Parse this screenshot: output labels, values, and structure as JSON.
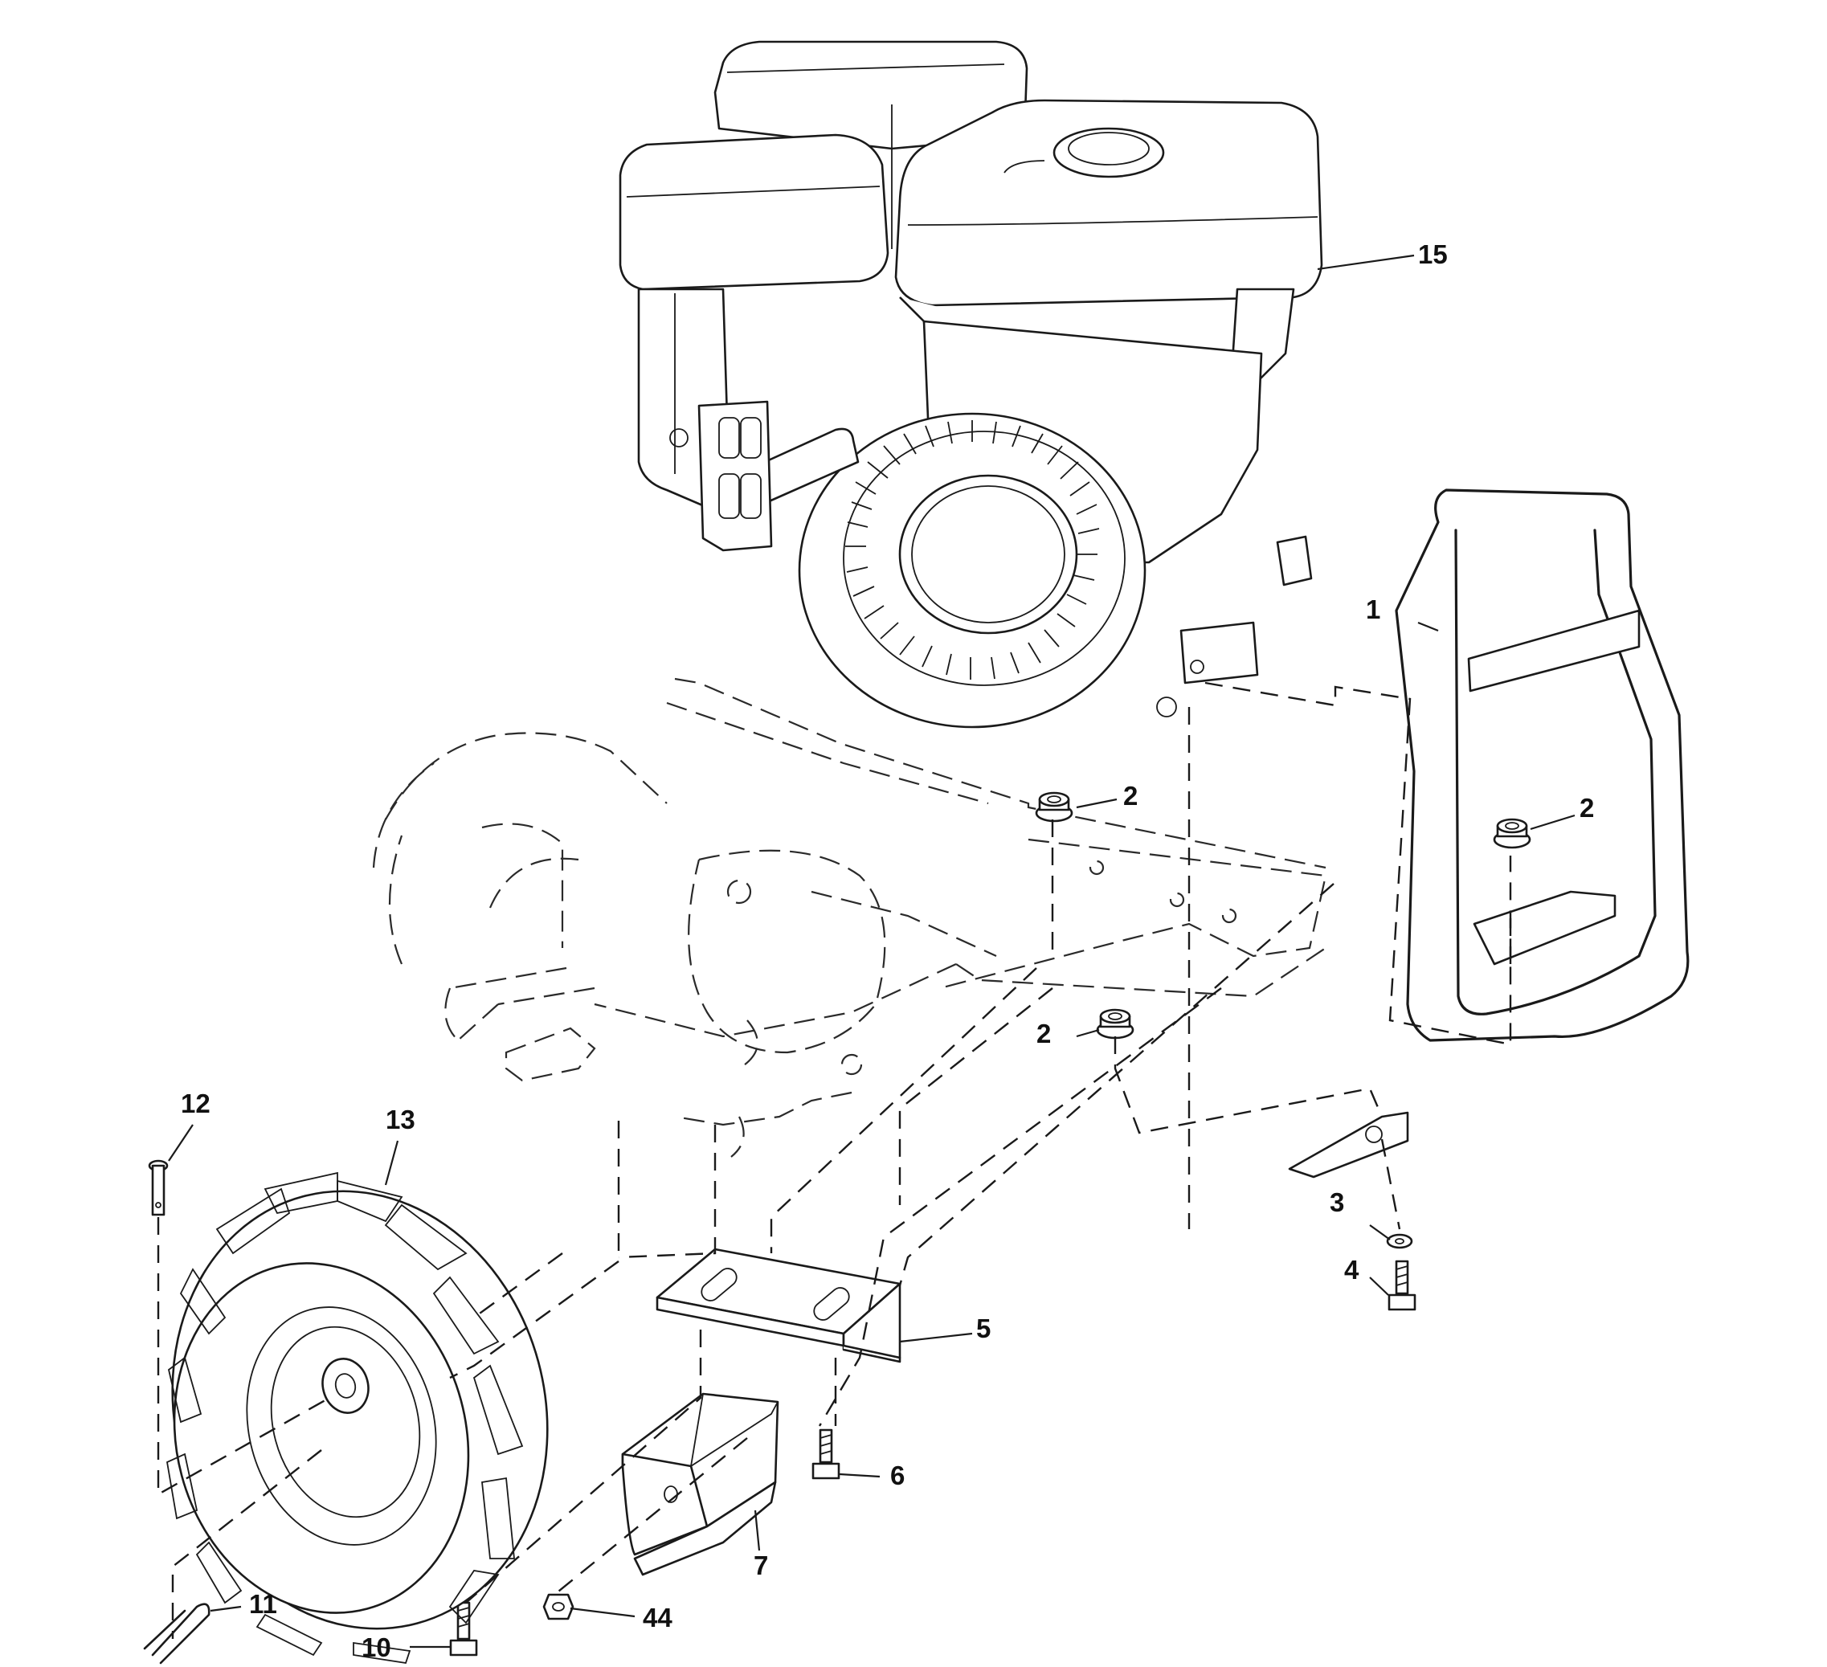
{
  "callouts": {
    "engine": "15",
    "guard_frame": "1",
    "nut_guard": "2",
    "nut_engine_left": "2",
    "nut_lower": "2",
    "washer": "3",
    "bolt_guard": "4",
    "bracket": "5",
    "bolt_bracket": "6",
    "weight_block": "7",
    "bolt_lower": "10",
    "hairpin_clip": "11",
    "clevis_pin": "12",
    "wheel": "13",
    "nut_lower_right": "44"
  }
}
